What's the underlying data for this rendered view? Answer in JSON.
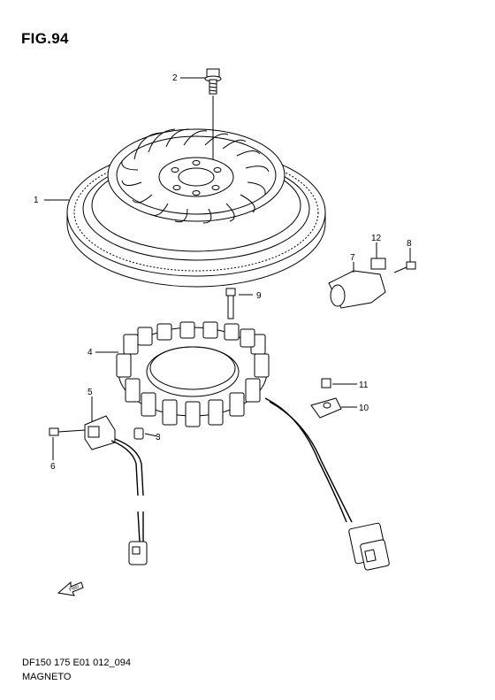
{
  "figure": {
    "title": "FIG.94"
  },
  "footer": {
    "code": "DF150 175 E01 012_094",
    "name": "MAGNETO"
  },
  "callouts": {
    "c1": "1",
    "c2": "2",
    "c3": "3",
    "c4": "4",
    "c5": "5",
    "c6": "6",
    "c7": "7",
    "c8": "8",
    "c9": "9",
    "c10": "10",
    "c11": "11",
    "c12": "12"
  },
  "fwd_label": "FWD"
}
